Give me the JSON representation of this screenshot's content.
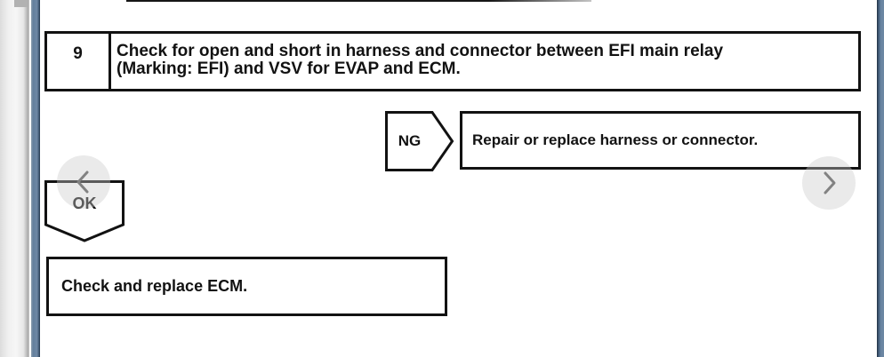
{
  "viewer": {
    "prev_button": {
      "icon": "chevron-left"
    },
    "next_button": {
      "icon": "chevron-right"
    }
  },
  "flowchart": {
    "step_box": {
      "number": "9",
      "lines": [
        "Check for open and short in harness and connector between EFI main relay",
        "(Marking: EFI) and VSV for EVAP and ECM."
      ]
    },
    "ng_branch": {
      "label": "NG",
      "action": "Repair or replace harness or connector."
    },
    "ok_branch": {
      "label": "OK",
      "action": "Check and replace ECM."
    }
  },
  "colors": {
    "ink": "#121212",
    "page_edge_bar": "#6e89a4",
    "nav_chevron": "#828282",
    "nav_circle": "rgba(203,203,203,0.4)"
  }
}
